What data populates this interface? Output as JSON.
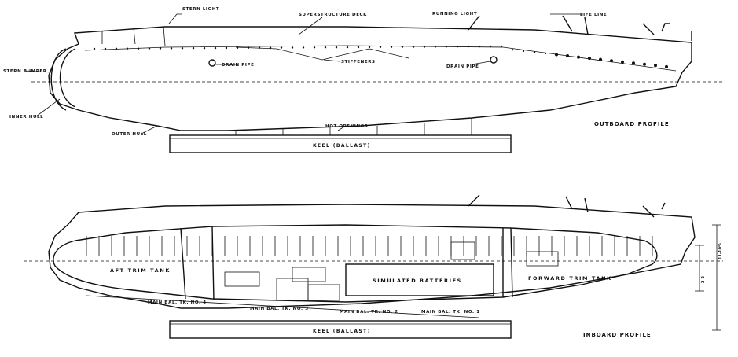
{
  "outboard": {
    "title": "OUTBOARD PROFILE",
    "labels": {
      "stern_light": "STERN LIGHT",
      "superstructure_deck": "SUPERSTRUCTURE DECK",
      "running_light": "RUNNING LIGHT",
      "life_line": "LIFE LINE",
      "stern_bumper": "STERN BUMPER",
      "inner_hull": "INNER HULL",
      "outer_hull": "OUTER HULL",
      "drain_pipe_1": "DRAIN PIPE",
      "drain_pipe_2": "DRAIN PIPE",
      "stiffeners": "STIFFENERS",
      "hot_openings": "HOT OPENINGS",
      "keel": "KEEL (BALLAST)"
    }
  },
  "inboard": {
    "title": "INBOARD PROFILE",
    "labels": {
      "aft_trim_tank": "AFT TRIM TANK",
      "simulated_batteries": "SIMULATED BATTERIES",
      "forward_trim_tank": "FORWARD TRIM TANK",
      "main_bal_4": "MAIN BAL. TK. NO. 4",
      "main_bal_3": "MAIN BAL. TK. NO. 3",
      "main_bal_2": "MAIN BAL. TK. NO. 2",
      "main_bal_1": "MAIN BAL. TK. NO. 1",
      "keel": "KEEL (BALLAST)"
    }
  }
}
